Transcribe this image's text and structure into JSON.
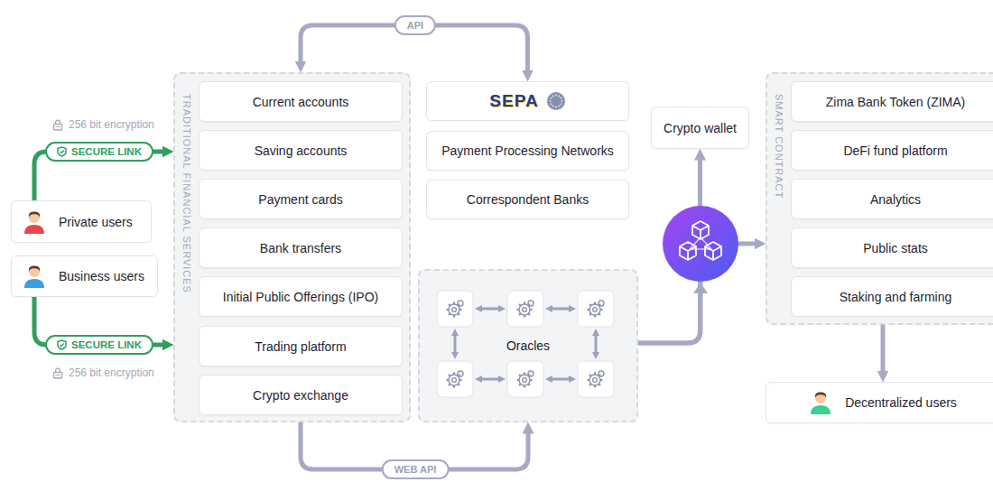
{
  "diagram": {
    "nodes": [
      {
        "text": [
          "Private users"
        ]
      },
      {
        "text": [
          "Business users"
        ]
      },
      {
        "text": [
          "TRADITIONAL FINANCIAL SERVICES"
        ]
      },
      {
        "text": [
          "Current accounts"
        ],
        "in": 2
      },
      {
        "text": [
          "Saving accounts"
        ],
        "in": 2
      },
      {
        "text": [
          "Payment cards"
        ],
        "in": 2
      },
      {
        "text": [
          "Bank transfers"
        ],
        "in": 2
      },
      {
        "text": [
          "Initial Public Offerings (IPO)"
        ],
        "in": 2
      },
      {
        "text": [
          "Trading platform"
        ],
        "in": 2
      },
      {
        "text": [
          "Crypto exchange"
        ],
        "in": 2
      },
      {
        "text": [
          "SEPA"
        ]
      },
      {
        "text": [
          "Payment Processing Networks"
        ]
      },
      {
        "text": [
          "Correspondent Banks"
        ]
      },
      {
        "text": [
          "Oracles"
        ]
      },
      {
        "text": [
          "Crypto wallet"
        ]
      },
      {
        "text": [
          "SMART CONTRACT"
        ]
      },
      {
        "text": [
          "Zima Bank Token (ZIMA)"
        ],
        "in": 15
      },
      {
        "text": [
          "DeFi fund platform"
        ],
        "in": 15
      },
      {
        "text": [
          "Analytics"
        ],
        "in": 15
      },
      {
        "text": [
          "Public stats"
        ],
        "in": 15
      },
      {
        "text": [
          "Staking and farming"
        ],
        "in": 15
      },
      {
        "text": [
          "Decentralized users"
        ]
      }
    ],
    "edges": [
      {
        "from": 0,
        "to": 2,
        "label": "SECURE LINK",
        "arrow": "to"
      },
      {
        "from": 1,
        "to": 2,
        "label": "SECURE LINK",
        "arrow": "to"
      },
      {
        "from": 2,
        "to": 10,
        "label": "API",
        "arrow": "both"
      },
      {
        "from": 2,
        "to": 13,
        "label": "WEB API",
        "arrow": "to"
      },
      {
        "from": 13,
        "to": 14,
        "arrow": "to"
      },
      {
        "from": 13,
        "to": 15,
        "arrow": "to"
      },
      {
        "from": 15,
        "to": 21,
        "arrow": "to"
      }
    ],
    "labels": [
      "256 bit encryption",
      "256 bit encryption"
    ]
  }
}
